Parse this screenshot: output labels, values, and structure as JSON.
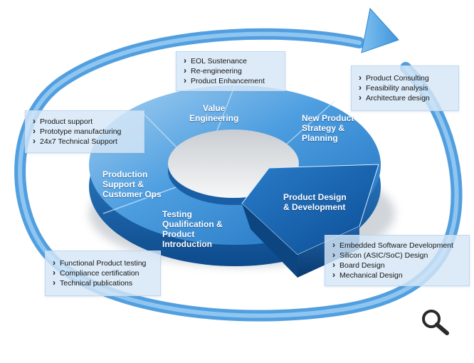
{
  "segments": [
    {
      "id": "value-engineering",
      "lines": [
        "Value",
        "Engineering"
      ]
    },
    {
      "id": "new-product-strategy",
      "lines": [
        "New Product",
        "Strategy &",
        "Planning"
      ]
    },
    {
      "id": "product-design",
      "lines": [
        "Product Design",
        "& Development"
      ]
    },
    {
      "id": "testing",
      "lines": [
        "Testing",
        "Qualification &",
        "Product",
        "Introduction"
      ]
    },
    {
      "id": "production-support",
      "lines": [
        "Production",
        "Support &",
        "Customer Ops"
      ]
    }
  ],
  "boxes": {
    "product_support": [
      "Product support",
      "Prototype manufacturing",
      "24x7 Technical Support"
    ],
    "eol": [
      "EOL Sustenance",
      "Re-engineering",
      "Product Enhancement"
    ],
    "consulting": [
      "Product Consulting",
      "Feasibility analysis",
      "Architecture design"
    ],
    "embedded": [
      "Embedded Software Development",
      "Silicon (ASIC/SoC) Design",
      "Board Design",
      "Mechanical Design"
    ],
    "testing": [
      "Functional Product testing",
      "Compliance certification",
      "Technical publications"
    ]
  },
  "icons": {
    "cycle_arrow": "circular-arrow-icon",
    "zoom": "magnifier-icon"
  },
  "colors": {
    "ring_light": "#6fb2e6",
    "ring_mid": "#2f86cf",
    "ring_dark": "#0f4f93",
    "highlight": "#0e5aa8",
    "box_bg": "#d6e7f7"
  }
}
